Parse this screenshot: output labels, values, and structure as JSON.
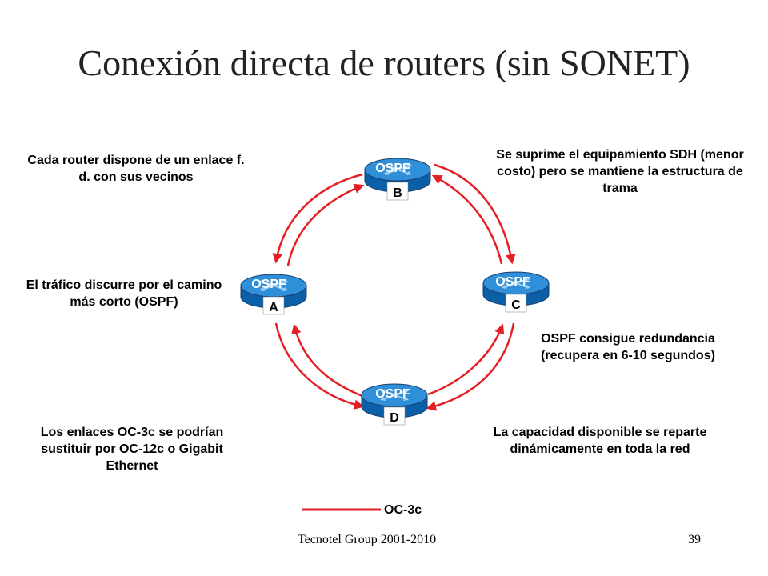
{
  "slide": {
    "title": "Conexión directa de routers (sin SONET)",
    "footer": "Tecnotel Group 2001-2010",
    "page_number": "39"
  },
  "notes": {
    "top_left": "Cada router dispone de un enlace f. d. con sus vecinos",
    "top_right": "Se suprime el equipamiento SDH (menor costo) pero se mantiene la estructura de trama",
    "mid_left": "El tráfico discurre por el camino más corto (OSPF)",
    "mid_right": "OSPF consigue redundancia (recupera en 6-10 segundos)",
    "bottom_left": "Los enlaces OC-3c se podrían sustituir por OC-12c o Gigabit Ethernet",
    "bottom_right": "La capacidad disponible se reparte dinámicamente en toda la red"
  },
  "routers": [
    {
      "id": "B",
      "protocol": "OSPF",
      "label": "B"
    },
    {
      "id": "A",
      "protocol": "OSPF",
      "label": "A"
    },
    {
      "id": "C",
      "protocol": "OSPF",
      "label": "C"
    },
    {
      "id": "D",
      "protocol": "OSPF",
      "label": "D"
    }
  ],
  "legend": {
    "label": "OC-3c",
    "color": "#e31e24"
  },
  "colors": {
    "link": "#e31e24",
    "router_top": "#2f8fd8",
    "router_side": "#0b5fa6"
  },
  "icons": {
    "router": "router-icon"
  }
}
